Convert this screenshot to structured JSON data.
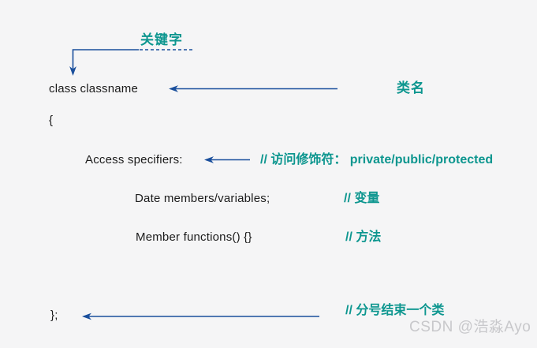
{
  "page": {
    "colors": {
      "bg": "#f5f5f6",
      "teal": "#0d968f",
      "blue": "#1a4f9c",
      "ink": "#1b1b1b",
      "watermark": "#c8c8cb"
    }
  },
  "diagram": {
    "keyword_label": "关键字",
    "code": {
      "class_declaration": "class classname",
      "open_brace": "{",
      "access_specifiers": "Access specifiers:",
      "data_members": "Date members/variables;",
      "member_functions": "Member functions() {}",
      "close_brace": "};"
    },
    "annotations": {
      "class_name": "类名",
      "access_specifiers_comment": "// 访问修饰符： private/public/protected",
      "data_members_comment": "// 变量",
      "member_functions_comment": "// 方法",
      "close_brace_comment": "// 分号结束一个类"
    }
  },
  "watermark": "CSDN @浩淼Ayo"
}
